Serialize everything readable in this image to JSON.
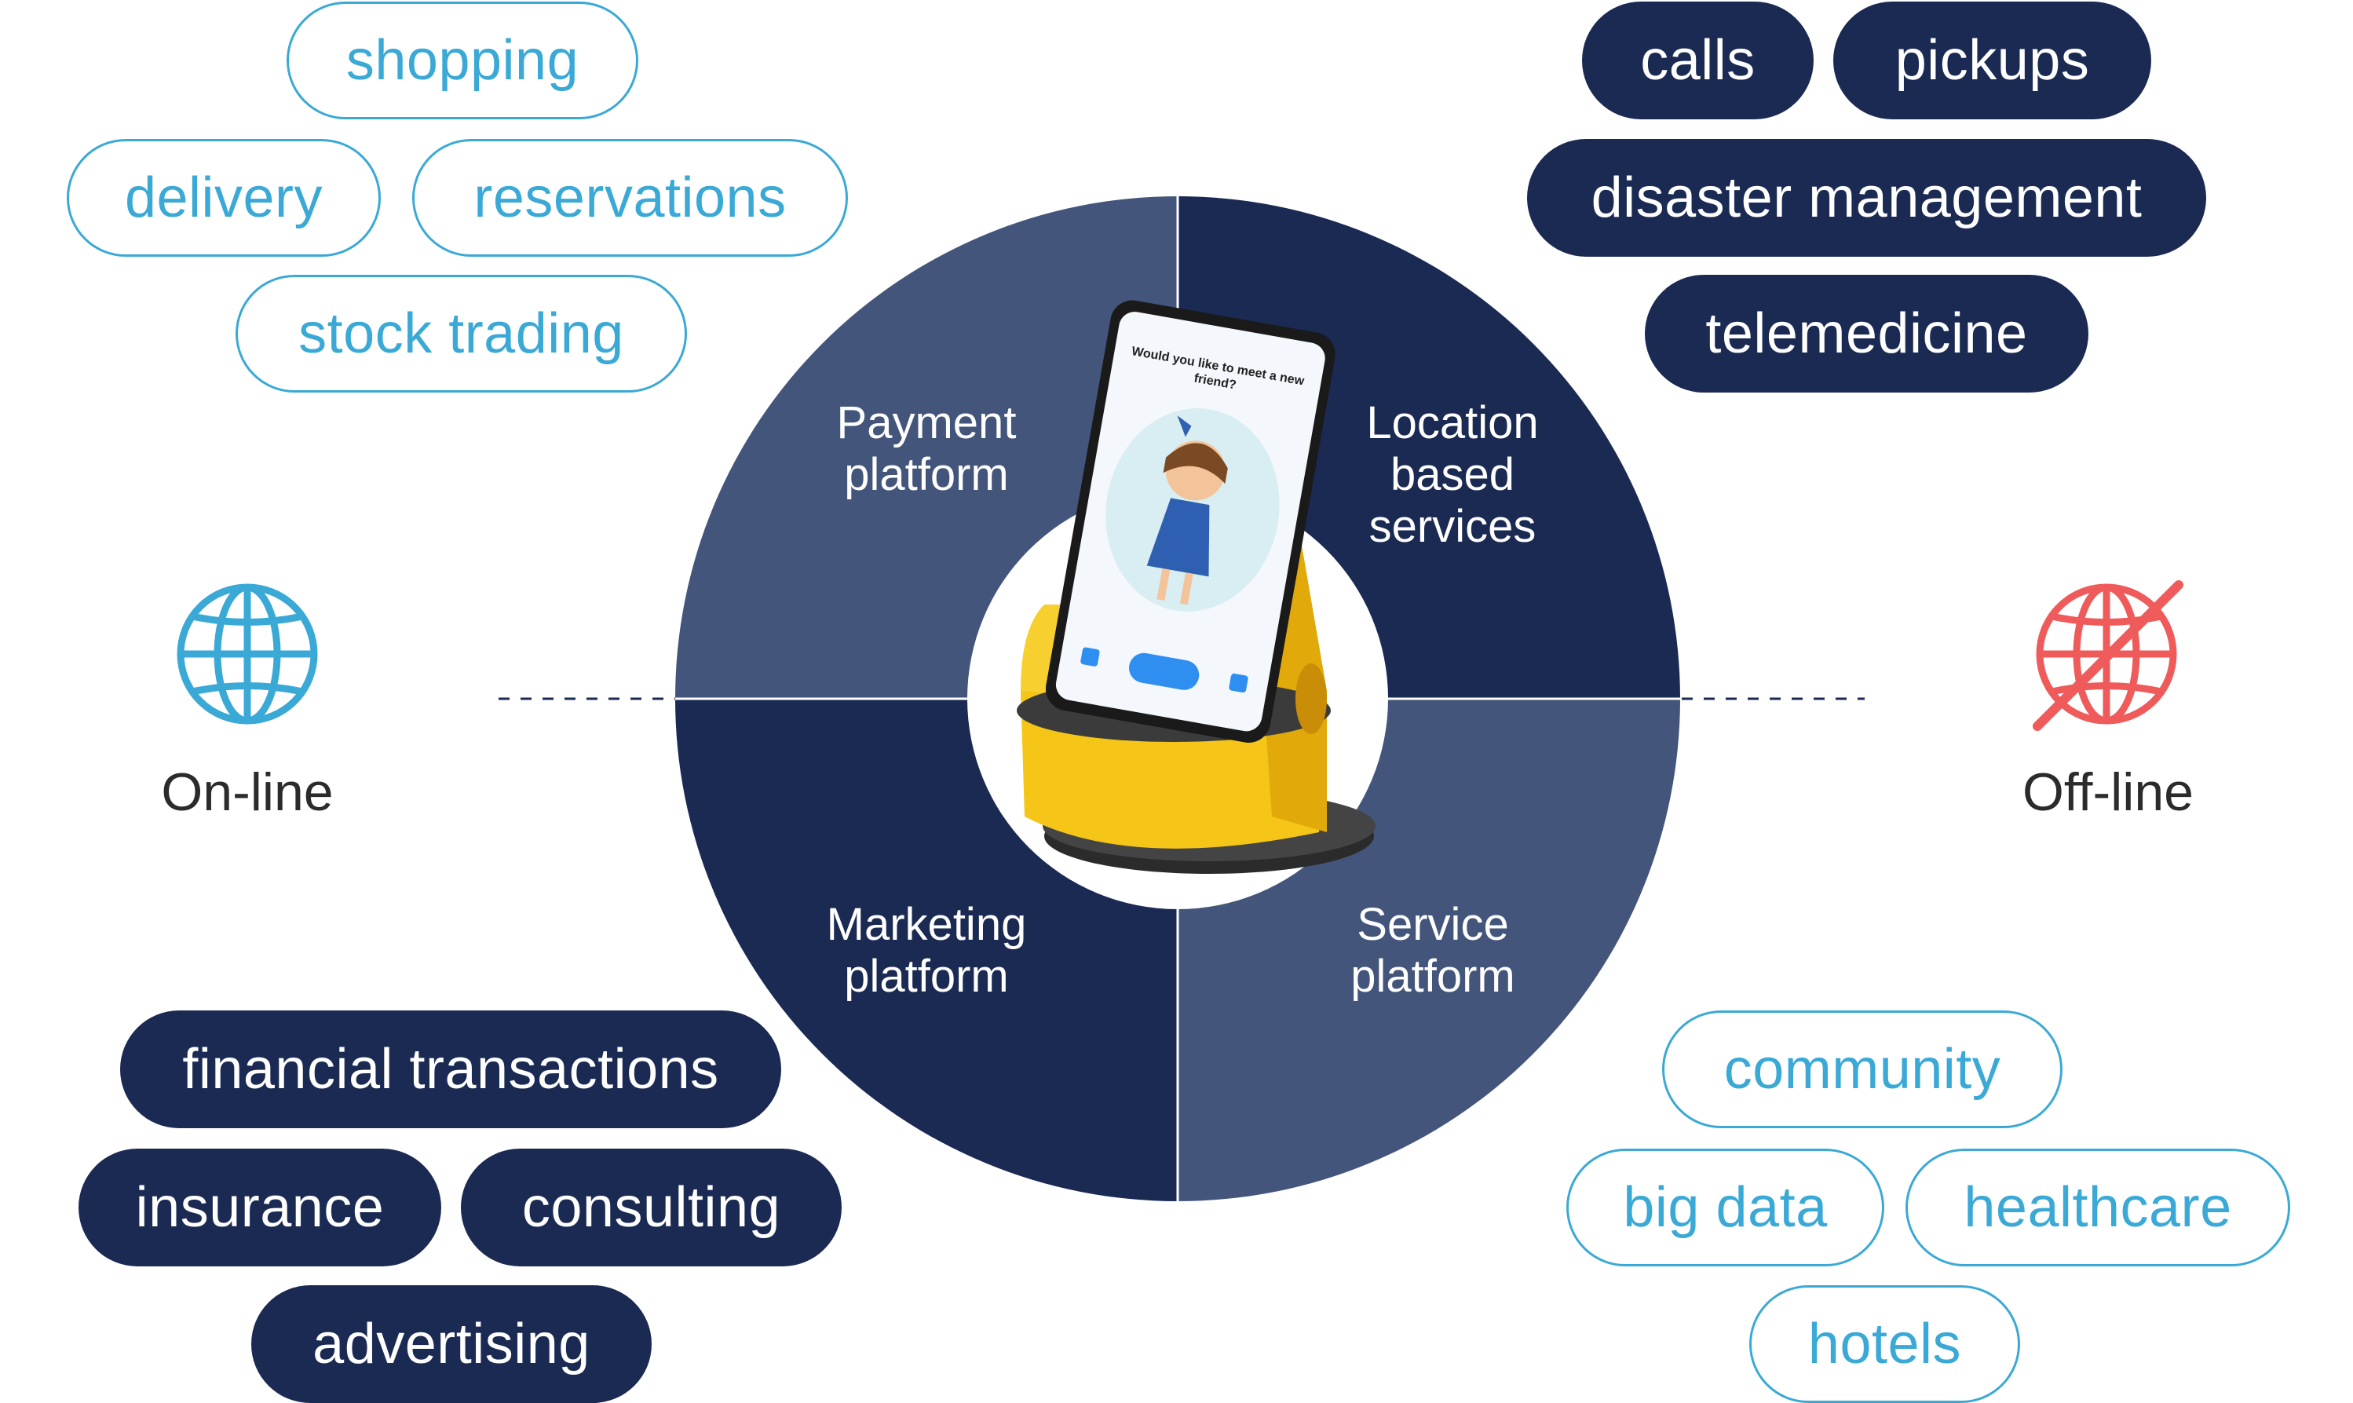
{
  "online": {
    "label": "On-line",
    "icon": "globe-icon",
    "color": "#3aa9d6",
    "top_pills": [
      "shopping",
      "delivery",
      "reservations",
      "stock trading"
    ],
    "bottom_pills": [
      "financial transactions",
      "insurance",
      "consulting",
      "advertising"
    ]
  },
  "offline": {
    "label": "Off-line",
    "icon": "globe-crossed-icon",
    "color": "#ef5a5a",
    "top_pills": [
      "calls",
      "pickups",
      "disaster management",
      "telemedicine"
    ],
    "bottom_pills": [
      "community",
      "big data",
      "healthcare",
      "hotels"
    ]
  },
  "quadrants": {
    "top_left": "Payment platform",
    "top_right": "Location based services",
    "bottom_left": "Marketing platform",
    "bottom_right": "Service platform"
  },
  "device": {
    "screen_text": "Would you like to meet a new friend?",
    "icon": "robot-device-icon"
  },
  "colors": {
    "dark": "#1a2a52",
    "light": "#43557a",
    "outline": "#3aa9d6",
    "device_yellow": "#f5c518"
  }
}
